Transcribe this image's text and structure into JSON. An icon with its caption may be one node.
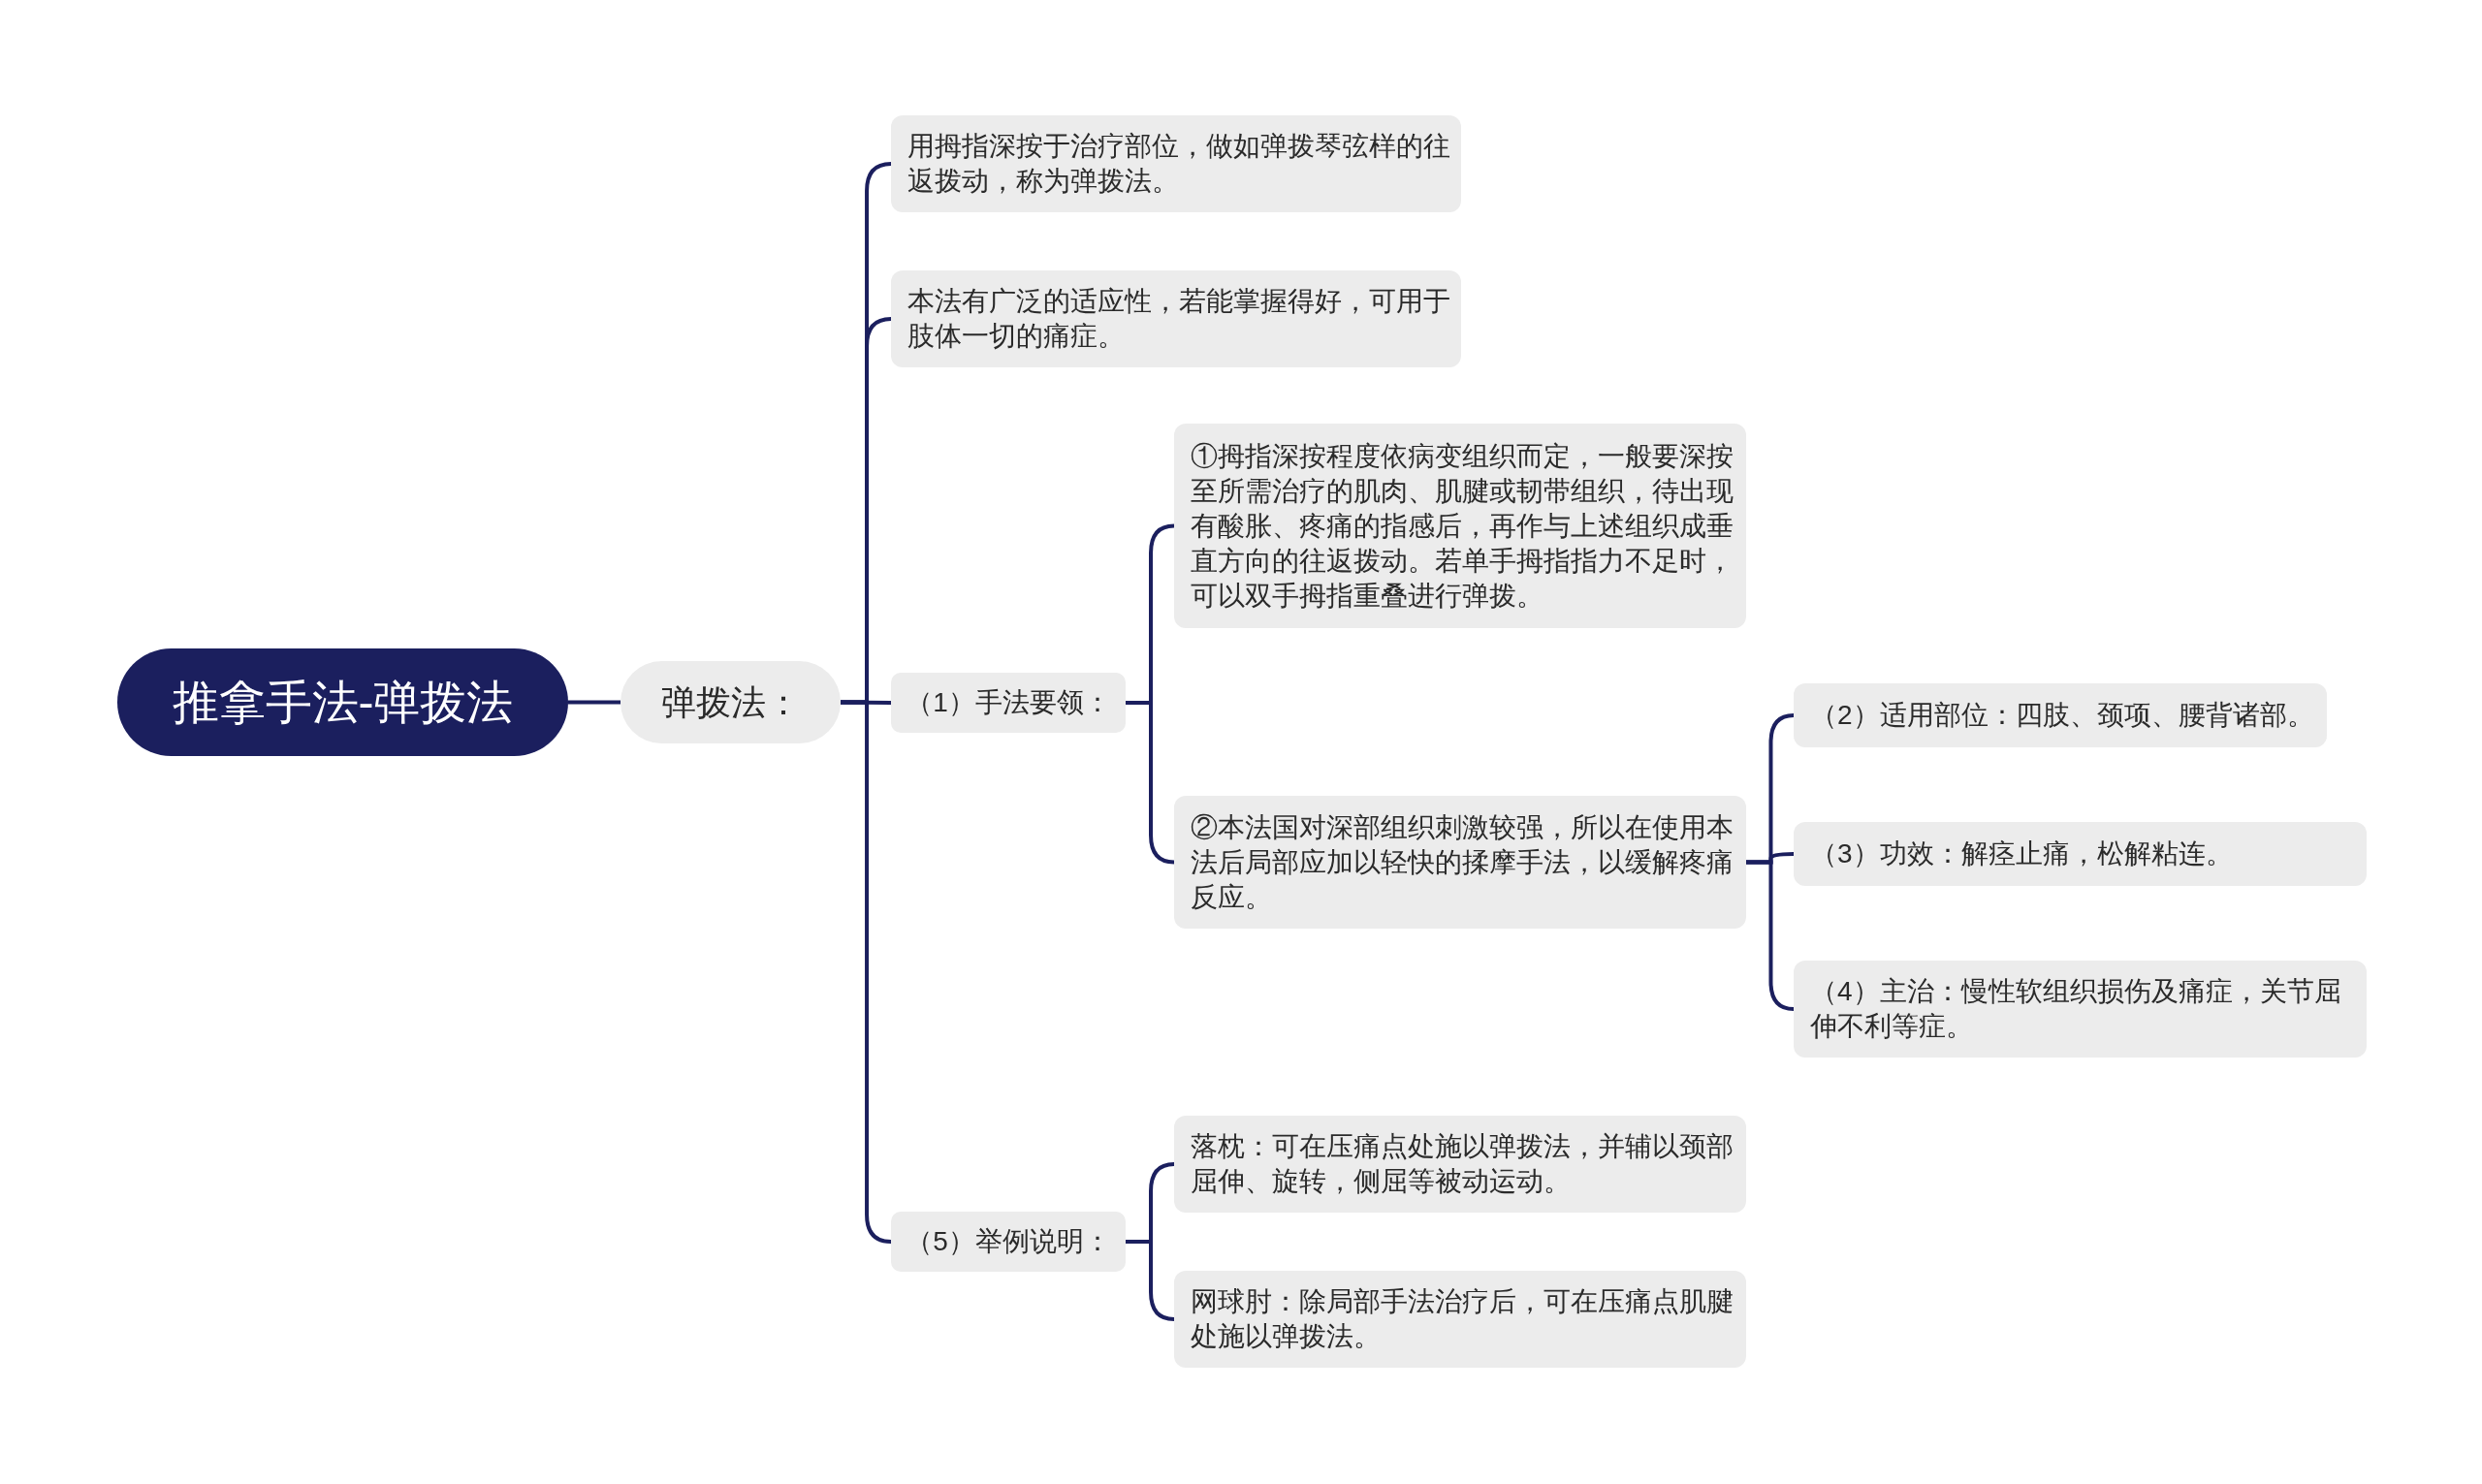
{
  "diagram": {
    "nodes": [
      {
        "text": [
          "推拿手法-弹拨法"
        ]
      },
      {
        "text": [
          "弹拨法："
        ]
      },
      {
        "text": [
          "用拇指深按于治疗部位，做如弹拨琴弦样的往返拨动，称为弹拨法。"
        ]
      },
      {
        "text": [
          "本法有广泛的适应性，若能掌握得好，可用于肢体一切的痛症。"
        ]
      },
      {
        "text": [
          "（1）手法要领："
        ]
      },
      {
        "text": [
          "①拇指深按程度依病变组织而定，一般要深按至所需治疗的肌肉、肌腱或韧带组织，待出现有酸胀、疼痛的指感后，再作与上述组织成垂直方向的往返拨动。若单手拇指指力不足时，可以双手拇指重叠进行弹拨。"
        ]
      },
      {
        "text": [
          "②本法国对深部组织刺激较强，所以在使用本法后局部应加以轻快的揉摩手法，以缓解疼痛反应。"
        ]
      },
      {
        "text": [
          "（2）适用部位：四肢、颈项、腰背诸部。"
        ]
      },
      {
        "text": [
          "（3）功效：解痉止痛，松解粘连。"
        ]
      },
      {
        "text": [
          "（4）主治：慢性软组织损伤及痛症，关节屈伸不利等症。"
        ]
      },
      {
        "text": [
          "（5）举例说明："
        ]
      },
      {
        "text": [
          "落枕：可在压痛点处施以弹拨法，并辅以颈部屈伸、旋转，侧屈等被动运动。"
        ]
      },
      {
        "text": [
          "网球肘：除局部手法治疗后，可在压痛点肌腱处施以弹拨法。"
        ]
      }
    ],
    "edges": [
      {
        "from": 0,
        "to": 1,
        "arrow": "none"
      },
      {
        "from": 1,
        "to": 2,
        "arrow": "none"
      },
      {
        "from": 1,
        "to": 3,
        "arrow": "none"
      },
      {
        "from": 1,
        "to": 4,
        "arrow": "none"
      },
      {
        "from": 1,
        "to": 10,
        "arrow": "none"
      },
      {
        "from": 4,
        "to": 5,
        "arrow": "none"
      },
      {
        "from": 4,
        "to": 6,
        "arrow": "none"
      },
      {
        "from": 6,
        "to": 7,
        "arrow": "none"
      },
      {
        "from": 6,
        "to": 8,
        "arrow": "none"
      },
      {
        "from": 6,
        "to": 9,
        "arrow": "none"
      },
      {
        "from": 10,
        "to": 11,
        "arrow": "none"
      },
      {
        "from": 10,
        "to": 12,
        "arrow": "none"
      }
    ]
  }
}
